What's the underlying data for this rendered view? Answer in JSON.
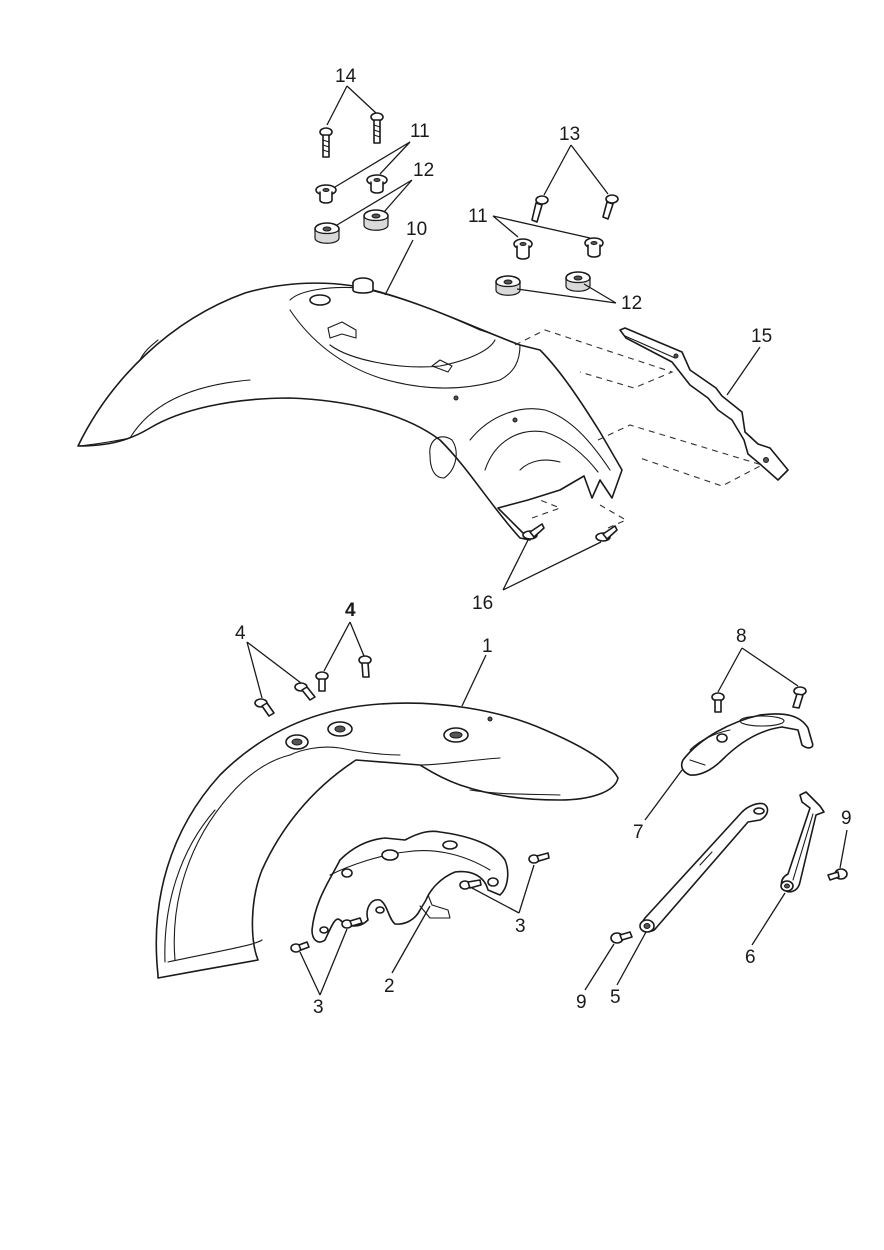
{
  "callouts": {
    "c1": "1",
    "c2": "2",
    "c3a": "3",
    "c3b": "3",
    "c4a": "4",
    "c4b": "4",
    "c5": "5",
    "c6": "6",
    "c7": "7",
    "c8": "8",
    "c9a": "9",
    "c9b": "9",
    "c10": "10",
    "c11a": "11",
    "c11b": "11",
    "c12a": "12",
    "c12b": "12",
    "c13": "13",
    "c14": "14",
    "c15": "15",
    "c16": "16"
  }
}
